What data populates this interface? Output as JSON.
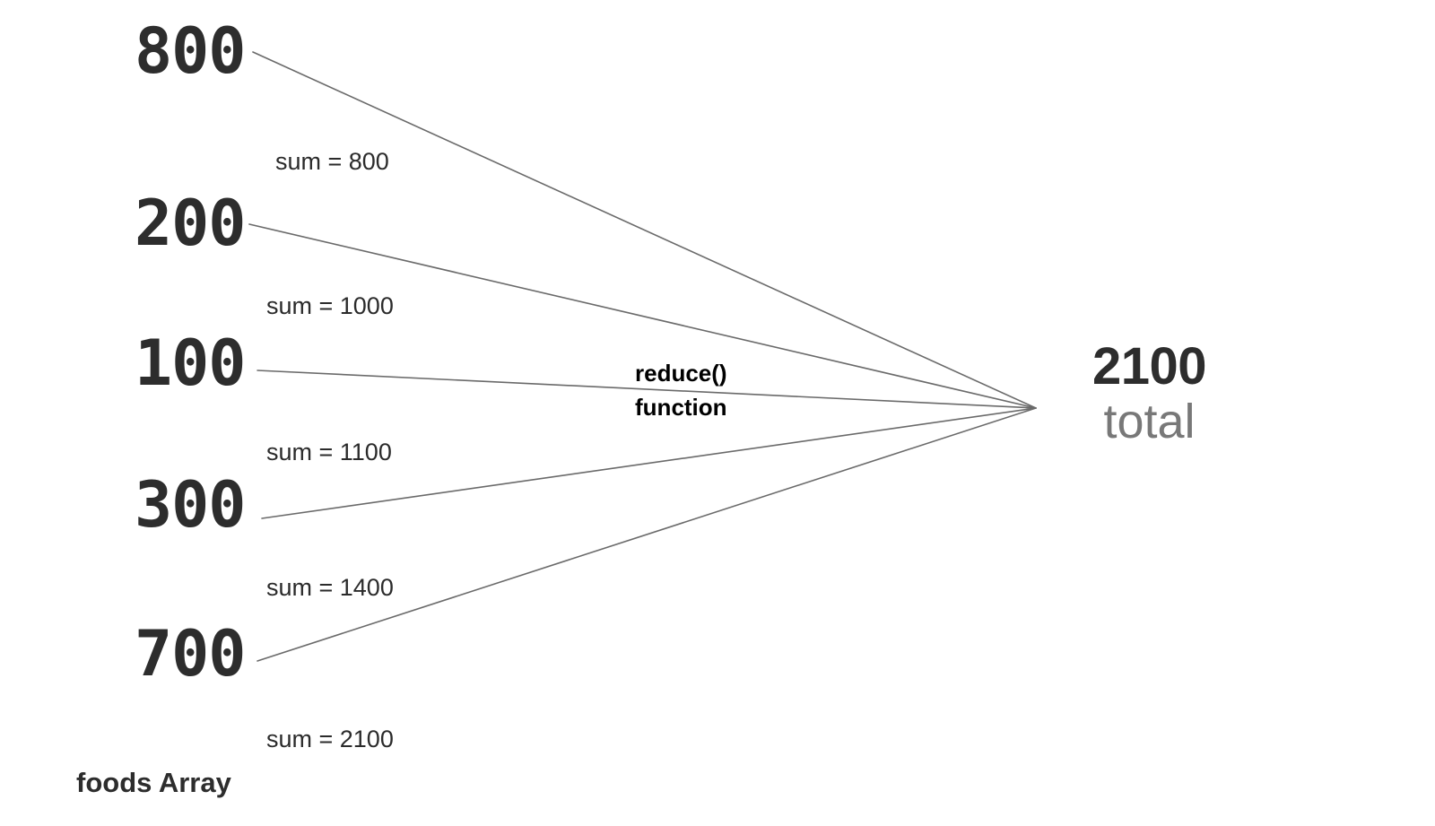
{
  "diagram": {
    "title_caption": "foods Array",
    "background_color": "#ffffff",
    "value_color": "#2d2d2d",
    "line_color": "#6a6a6a",
    "total_caption_color": "#787878",
    "center_label": {
      "line1": "reduce()",
      "line2": "function"
    },
    "array": {
      "name": "foods",
      "items": [
        {
          "value": "800",
          "running_sum_label": "sum = 800"
        },
        {
          "value": "200",
          "running_sum_label": "sum = 1000"
        },
        {
          "value": "100",
          "running_sum_label": "sum = 1100"
        },
        {
          "value": "300",
          "running_sum_label": "sum = 1400"
        },
        {
          "value": "700",
          "running_sum_label": "sum = 2100"
        }
      ]
    },
    "result": {
      "value": "2100",
      "caption": "total"
    }
  },
  "chart_data": {
    "type": "diagram",
    "title": "Array reduce() accumulation diagram",
    "categories": [
      "800",
      "200",
      "100",
      "300",
      "700"
    ],
    "values": [
      800,
      200,
      100,
      300,
      700
    ],
    "running_sums": [
      800,
      1000,
      1100,
      1400,
      2100
    ],
    "running_sum_labels": [
      "sum = 800",
      "sum = 1000",
      "sum = 1100",
      "sum = 1400",
      "sum = 2100"
    ],
    "total": 2100,
    "total_label": "total",
    "operation": "reduce() function",
    "source_label": "foods Array",
    "xlabel": "",
    "ylabel": "",
    "legend": []
  }
}
